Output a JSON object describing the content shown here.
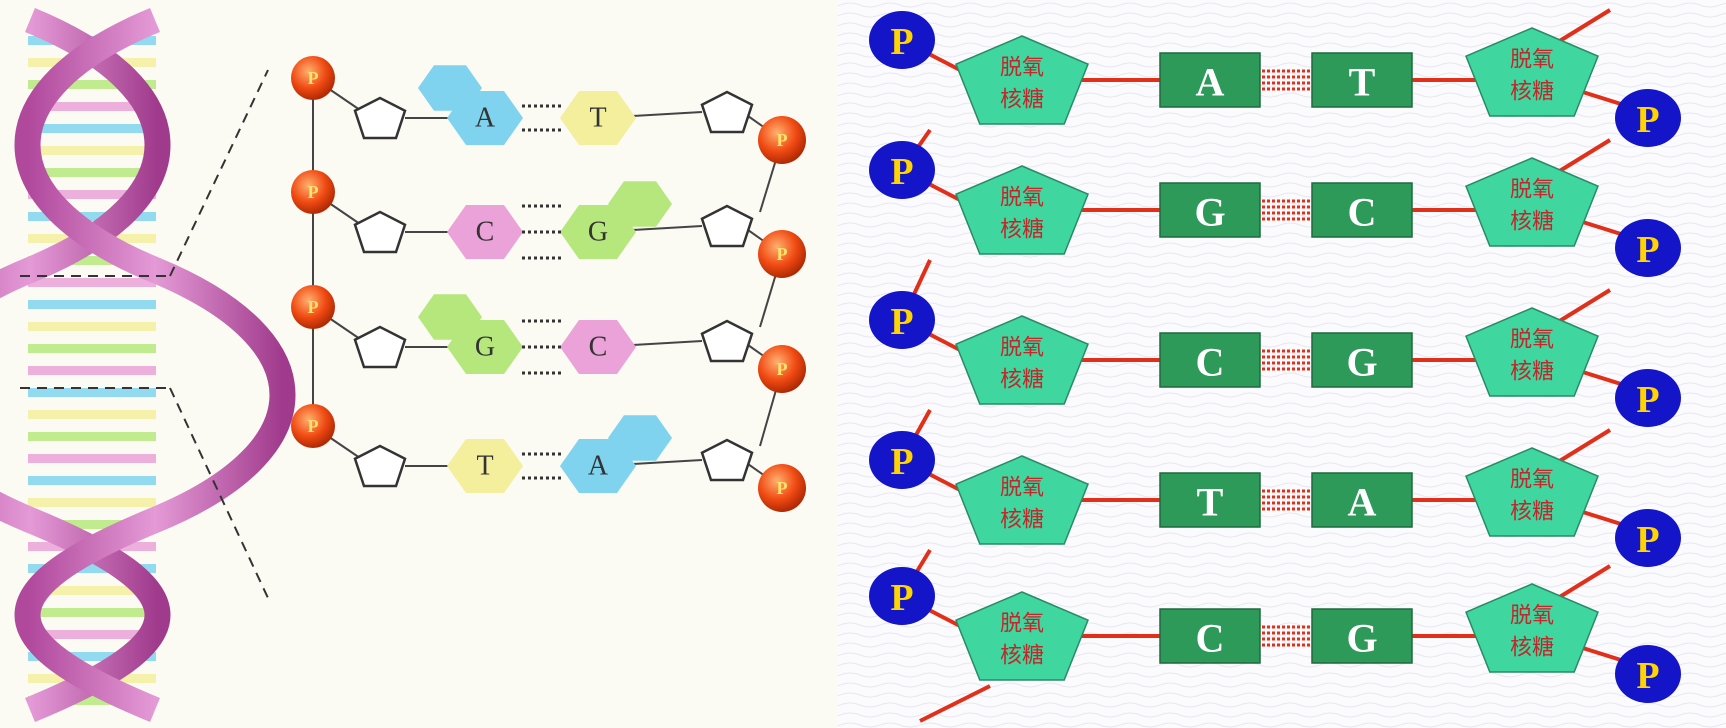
{
  "phosphate_label": "P",
  "sugar_label_line1": "脱氧",
  "sugar_label_line2": "核糖",
  "left_panel": {
    "pairs": [
      {
        "left_base": "A",
        "right_base": "T",
        "h_bonds": 2
      },
      {
        "left_base": "C",
        "right_base": "G",
        "h_bonds": 3
      },
      {
        "left_base": "G",
        "right_base": "C",
        "h_bonds": 3
      },
      {
        "left_base": "T",
        "right_base": "A",
        "h_bonds": 2
      }
    ],
    "base_colors": {
      "A": "#7fd3ef",
      "T": "#f3ef9c",
      "G": "#b6e77c",
      "C": "#eaa2d8"
    }
  },
  "right_panel": {
    "pairs": [
      {
        "left_base": "A",
        "right_base": "T"
      },
      {
        "left_base": "G",
        "right_base": "C"
      },
      {
        "left_base": "C",
        "right_base": "G"
      },
      {
        "left_base": "T",
        "right_base": "A"
      },
      {
        "left_base": "C",
        "right_base": "G"
      }
    ],
    "colors": {
      "phosphate": "#1414c8",
      "phosphate_text": "#ffd400",
      "sugar": "#3fd6a0",
      "base": "#2e9a5a",
      "bond": "#e0301a"
    }
  }
}
